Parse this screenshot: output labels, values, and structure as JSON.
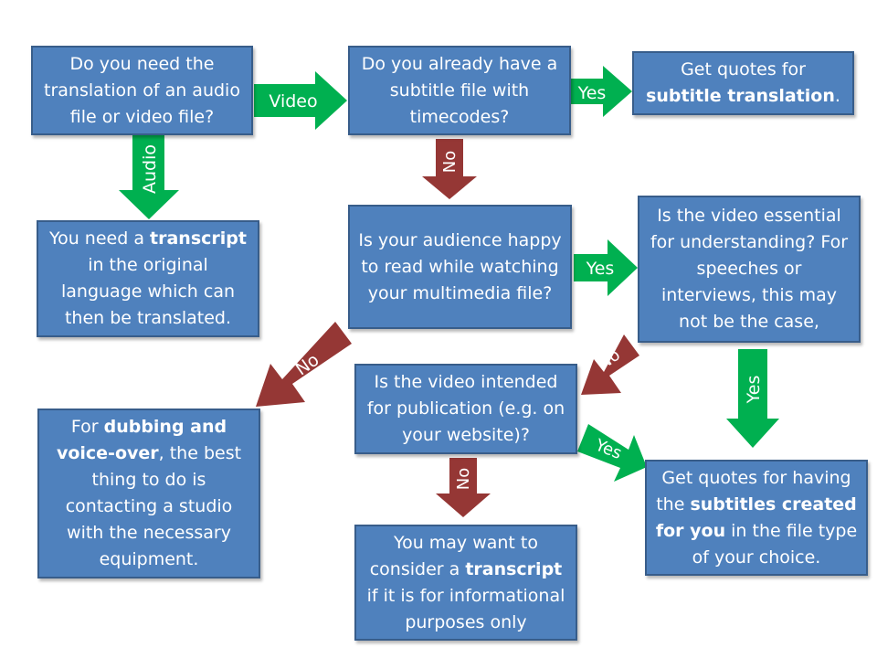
{
  "colors": {
    "box_fill": "#4f81bd",
    "box_border": "#385d8a",
    "yes_arrow": "#00b050",
    "no_arrow": "#953735",
    "text": "#ffffff"
  },
  "boxes": {
    "q_translation_type": [
      {
        "t": "Do you need the translation of an audio file or video file?"
      }
    ],
    "q_subtitle_file": [
      {
        "t": "Do you already have a subtitle file with timecodes?"
      }
    ],
    "get_quotes_subtitle_translation": [
      {
        "t": "Get quotes for "
      },
      {
        "t": "subtitle translation",
        "b": true
      },
      {
        "t": "."
      }
    ],
    "need_transcript": [
      {
        "t": "You need a "
      },
      {
        "t": "transcript",
        "b": true
      },
      {
        "t": " in the original language which can then be translated."
      }
    ],
    "q_audience_read": [
      {
        "t": "Is your audience happy to read while watching your multimedia file?"
      }
    ],
    "q_video_essential": [
      {
        "t": "Is the video essential for understanding? For speeches or interviews, this may not be the case,"
      }
    ],
    "dubbing_voiceover": [
      {
        "t": "For "
      },
      {
        "t": "dubbing and voice-over",
        "b": true
      },
      {
        "t": ", the best thing to do is contacting a studio with the necessary equipment."
      }
    ],
    "q_video_publication": [
      {
        "t": "Is the video intended for publication (e.g. on your website)?"
      }
    ],
    "get_quotes_subtitles_created": [
      {
        "t": "Get quotes for having the "
      },
      {
        "t": "subtitles created for you",
        "b": true
      },
      {
        "t": " in the file type of your choice."
      }
    ],
    "consider_transcript": [
      {
        "t": "You may want to consider a "
      },
      {
        "t": "transcript",
        "b": true
      },
      {
        "t": " if it is for informational purposes only"
      }
    ]
  },
  "arrows": {
    "video": "Video",
    "audio": "Audio",
    "yes_subtitle": "Yes",
    "no_subtitle": "No",
    "yes_audience": "Yes",
    "no_audience": "No",
    "no_essential": "No",
    "yes_essential": "Yes",
    "yes_publication": "Yes",
    "no_publication": "No"
  }
}
